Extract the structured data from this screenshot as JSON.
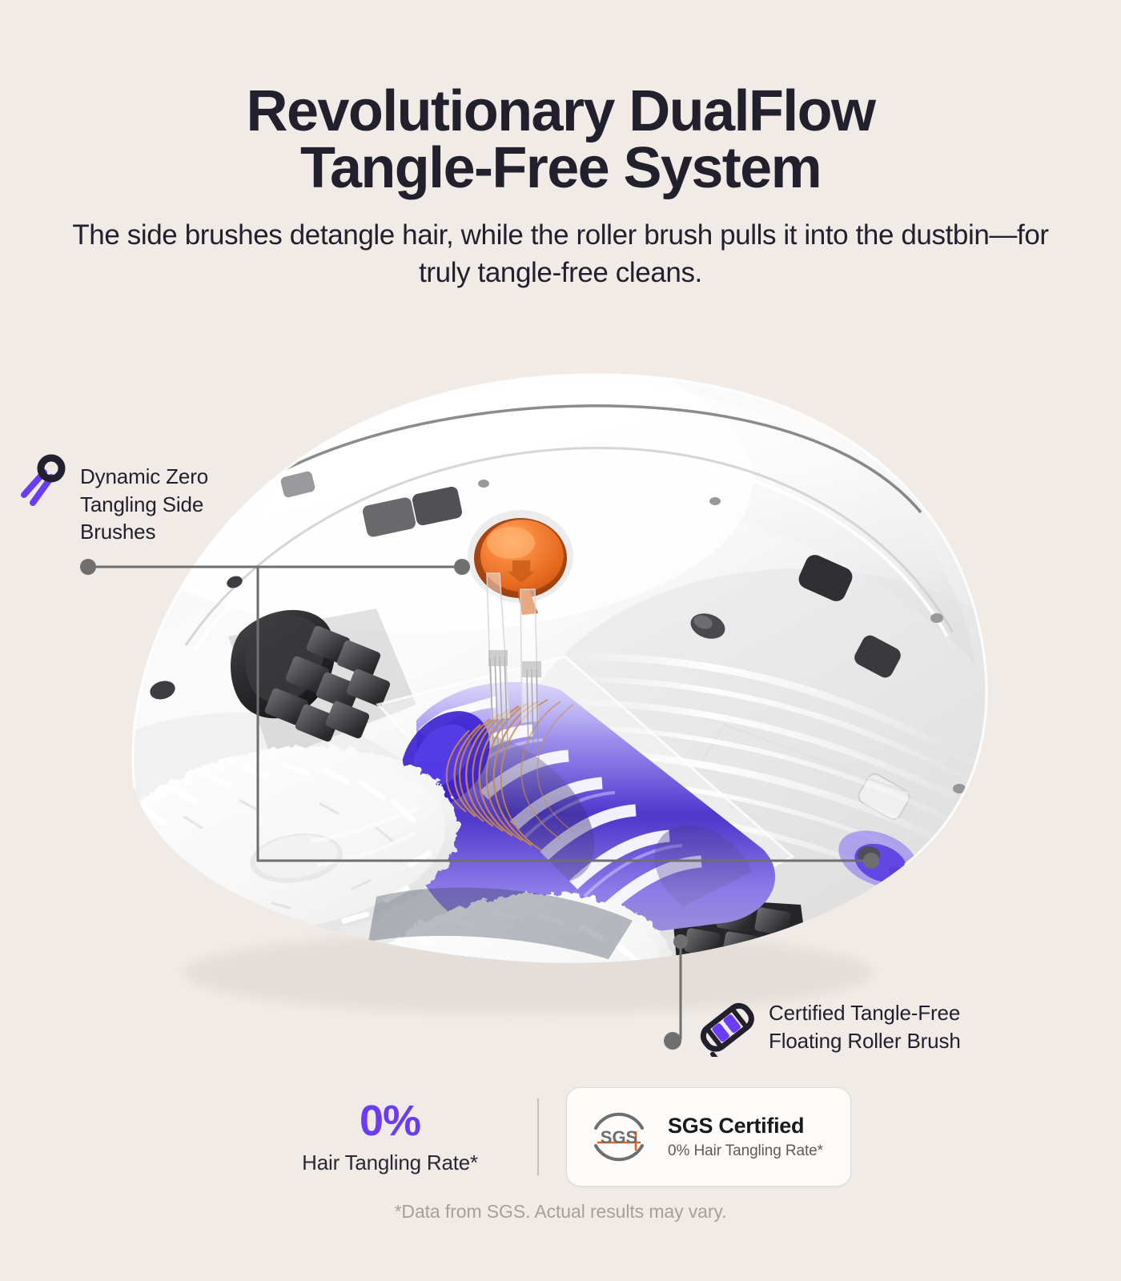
{
  "background_color": "#f0ebe7",
  "accent_color": "#6b3cf5",
  "text_color": "#23202e",
  "header": {
    "headline_line1": "Revolutionary DualFlow",
    "headline_line2": "Tangle-Free System",
    "subhead": "The side brushes detangle hair, while the roller brush pulls it into the dustbin—for truly tangle-free cleans."
  },
  "product": {
    "name": "robot-vacuum-underside",
    "description": "Underside view of a white robot vacuum showing side brush hub, roller brush and mop pads",
    "parts": {
      "side_brush_hub_color": "#ed6b21",
      "roller_brush_color": "#3b1ed6",
      "mop_pad_color": "#ffffff",
      "hair_strand_color": "#c98a49",
      "body_color": "#ffffff"
    }
  },
  "callouts": [
    {
      "id": "side-brushes",
      "icon": "side-brush-icon",
      "label": "Dynamic Zero\nTangling Side\nBrushes"
    },
    {
      "id": "roller",
      "icon": "roller-brush-icon",
      "label": "Certified Tangle-Free\nFloating Roller Brush"
    }
  ],
  "stats": {
    "value": "0%",
    "label": "Hair Tangling Rate*"
  },
  "sgs_badge": {
    "logo_text": "SGS",
    "title": "SGS Certified",
    "subtitle": "0% Hair Tangling Rate*",
    "logo_accent_color": "#e8601c",
    "logo_arc_color": "#6e6e6e"
  },
  "footnote": "*Data from SGS. Actual results may vary."
}
